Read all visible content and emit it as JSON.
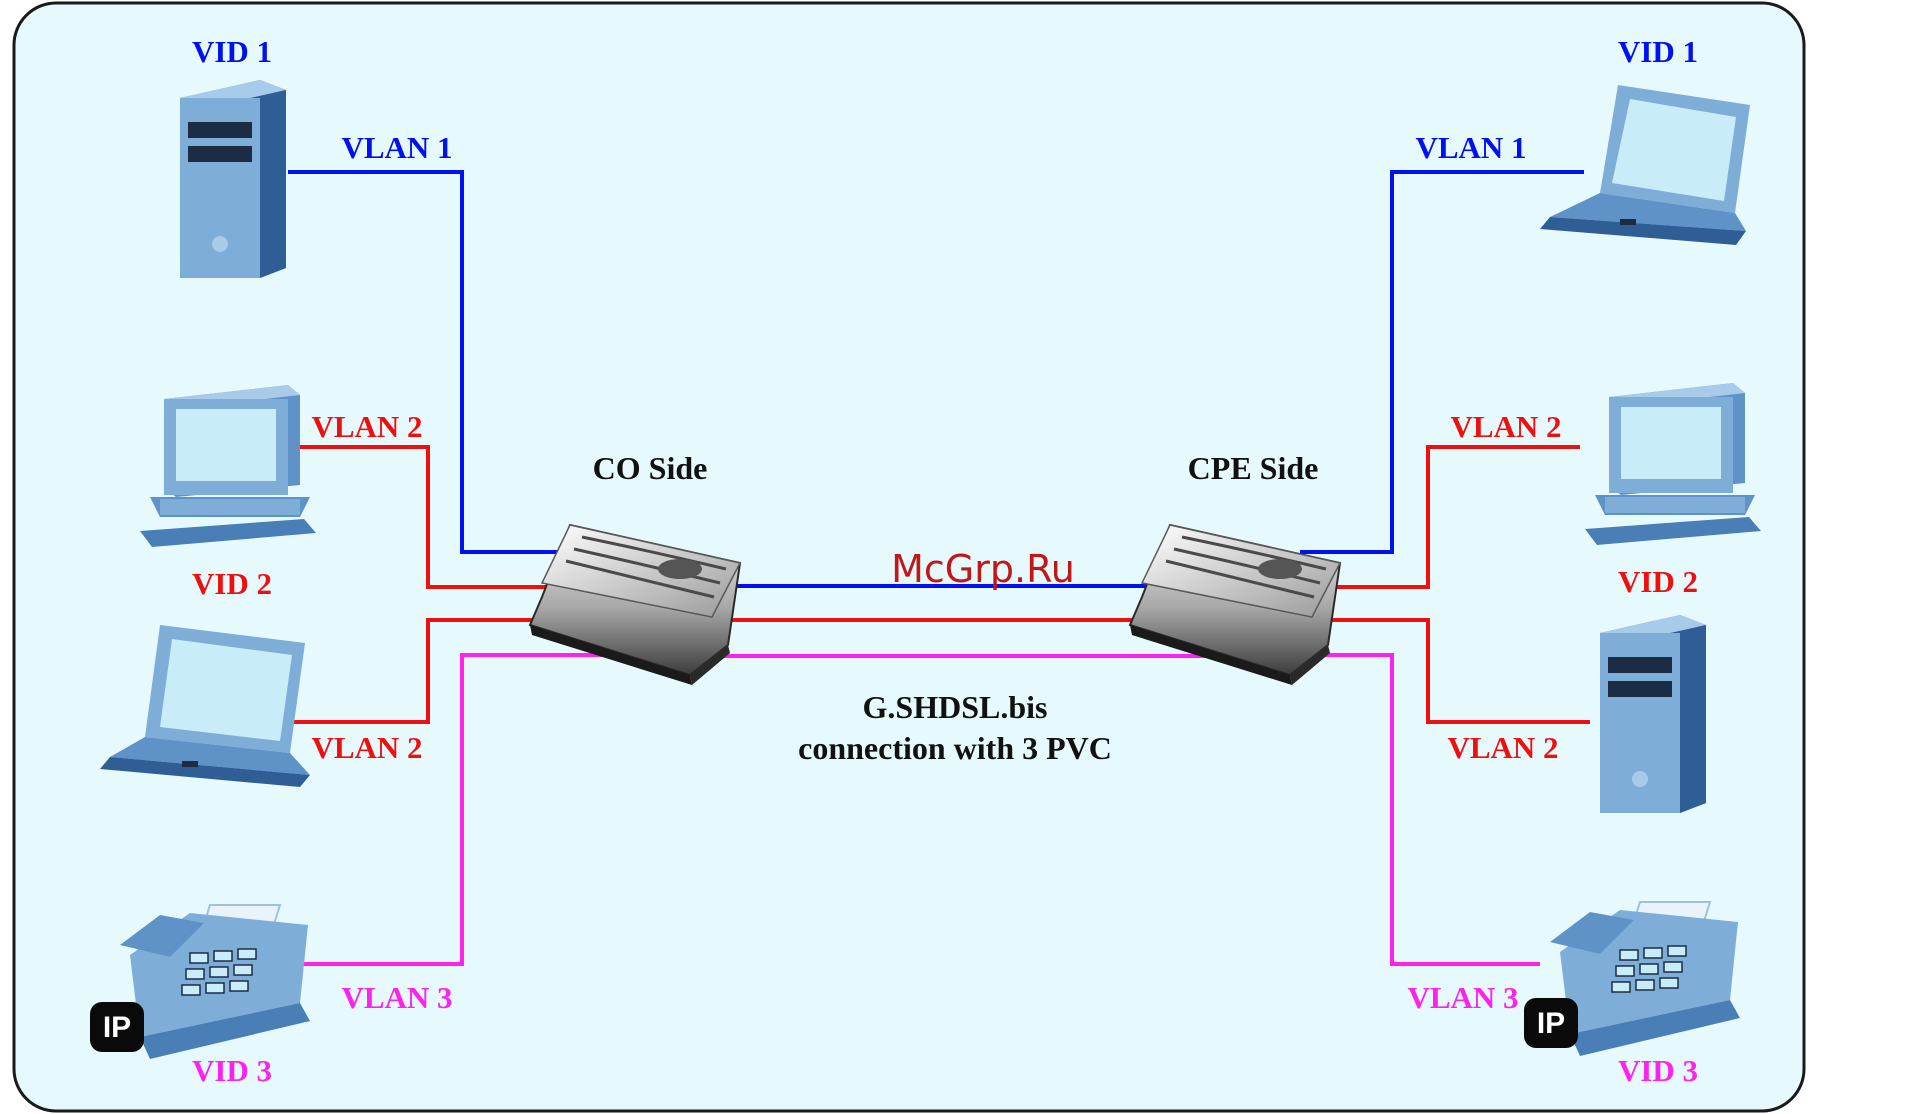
{
  "colors": {
    "background": "#e6fafd",
    "border": "#1a1a1a",
    "vlan1": "#0010ee",
    "vlan2": "#ee1010",
    "vlan3": "#ff22ee",
    "device_blue": "#7eaed8",
    "watermark": "#c01818"
  },
  "labels": {
    "co_side": "CO Side",
    "cpe_side": "CPE Side",
    "link_line1": "G.SHDSL.bis",
    "link_line2": "connection with 3 PVC",
    "watermark": "McGrp.Ru",
    "ip_badge": "IP"
  },
  "left": {
    "vid1": "VID 1",
    "vlan1": "VLAN 1",
    "vlan2_top": "VLAN 2",
    "vid2": "VID 2",
    "vlan2_bottom": "VLAN 2",
    "vlan3": "VLAN 3",
    "vid3": "VID 3"
  },
  "right": {
    "vid1": "VID 1",
    "vlan1": "VLAN 1",
    "vlan2_top": "VLAN 2",
    "vid2": "VID 2",
    "vlan2_bottom": "VLAN 2",
    "vlan3": "VLAN 3",
    "vid3": "VID 3"
  },
  "icons": {
    "left_top": "tower-pc-icon",
    "left_mid_upper": "desktop-pc-icon",
    "left_mid_lower": "laptop-icon",
    "left_bottom": "ip-phone-icon",
    "right_top": "laptop-icon",
    "right_mid_upper": "desktop-pc-icon",
    "right_mid_lower": "tower-pc-icon",
    "right_bottom": "ip-phone-icon",
    "co_device": "dsl-modem-icon",
    "cpe_device": "dsl-modem-icon"
  }
}
